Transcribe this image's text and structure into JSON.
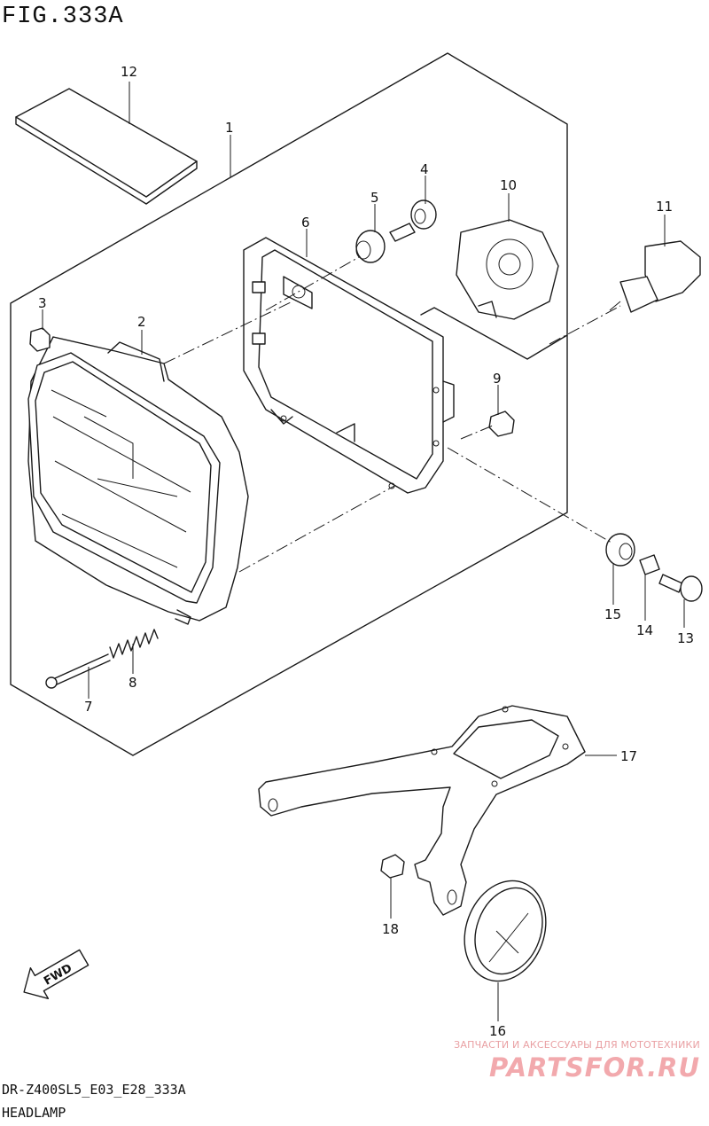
{
  "figure": {
    "title": "FIG.333A",
    "model_code": "DR-Z400SL5_E03_E28_333A",
    "caption": "HEADLAMP"
  },
  "fwd_arrow_label": "FWD",
  "part_numbers": [
    "1",
    "2",
    "3",
    "4",
    "5",
    "6",
    "7",
    "8",
    "9",
    "10",
    "11",
    "12",
    "13",
    "14",
    "15",
    "16",
    "17",
    "18"
  ],
  "callouts": {
    "p1": "1",
    "p2": "2",
    "p3": "3",
    "p4": "4",
    "p5": "5",
    "p6": "6",
    "p7": "7",
    "p8": "8",
    "p9": "9",
    "p10": "10",
    "p11": "11",
    "p12": "12",
    "p13": "13",
    "p14": "14",
    "p15": "15",
    "p16": "16",
    "p17": "17",
    "p18": "18"
  },
  "watermark": {
    "subtitle": "ЗАПЧАСТИ И АКСЕССУАРЫ ДЛЯ МОТОТЕХНИКИ",
    "logo": "PARTSFOR.RU"
  },
  "colors": {
    "line": "#1a1a1a",
    "watermark": "#f2a9ad"
  }
}
